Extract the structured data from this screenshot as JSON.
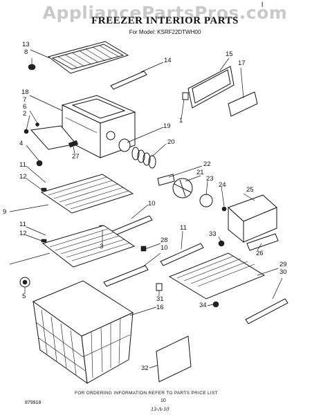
{
  "watermark": "AppliancePartsPros.com",
  "header": {
    "title": "FREEZER INTERIOR PARTS",
    "model_line": "For Model: KSRF22DTWH00",
    "corner_mark": "l"
  },
  "callouts": [
    "13",
    "8",
    "14",
    "15",
    "17",
    "18",
    "7",
    "6",
    "2",
    "1",
    "19",
    "4",
    "27",
    "20",
    "11",
    "12",
    "22",
    "21",
    "23",
    "24",
    "25",
    "9",
    "10",
    "11",
    "12",
    "3",
    "28",
    "10",
    "11",
    "33",
    "26",
    "29",
    "30",
    "5",
    "31",
    "16",
    "34",
    "32"
  ],
  "footer": {
    "ordering_note": "FOR ORDERING INFORMATION REFER TO PARTS PRICE LIST",
    "page_number": "10",
    "side_id": "879918",
    "handwritten": "13-A-10"
  }
}
